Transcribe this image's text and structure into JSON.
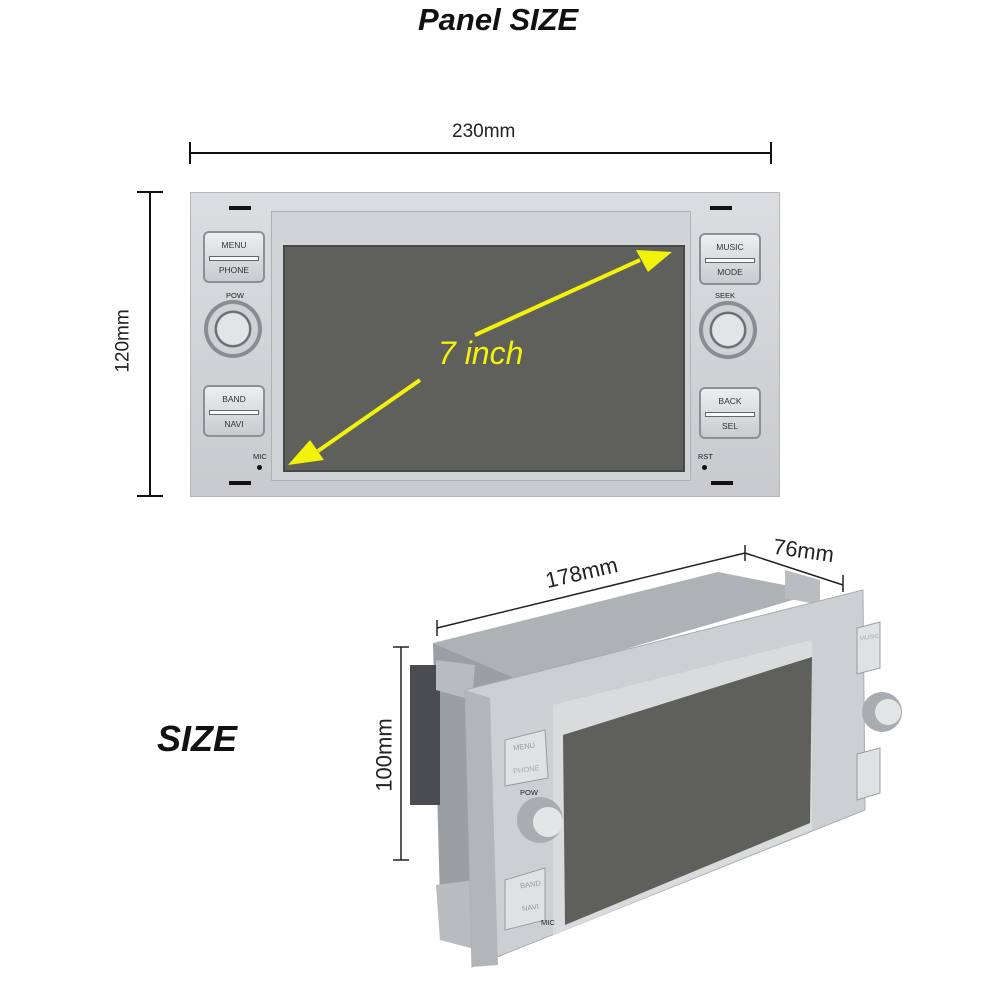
{
  "titles": {
    "panel": "Panel SIZE",
    "size": "SIZE"
  },
  "panel": {
    "width_label": "230mm",
    "height_label": "120mm",
    "screen_label": "7 inch",
    "screen_color": "#5f605c",
    "arrow_color": "#f2f20a",
    "left_buttons": [
      {
        "top": "MENU",
        "bottom": "PHONE"
      },
      {
        "top": "BAND",
        "bottom": "NAVI"
      }
    ],
    "right_buttons": [
      {
        "top": "MUSIC",
        "bottom": "MODE"
      },
      {
        "top": "BACK",
        "bottom": "SEL"
      }
    ],
    "left_knob_label": "POW",
    "right_knob_label": "SEEK",
    "mic_label": "MIC",
    "rst_label": "RST"
  },
  "unit": {
    "length_label": "178mm",
    "depth_label": "76mm",
    "height_label": "100mm",
    "buttons": {
      "menu": "MENU",
      "phone": "PHONE",
      "band": "BAND",
      "navi": "NAVI",
      "music": "MUSIC",
      "pow": "POW",
      "mic": "MIC"
    }
  }
}
